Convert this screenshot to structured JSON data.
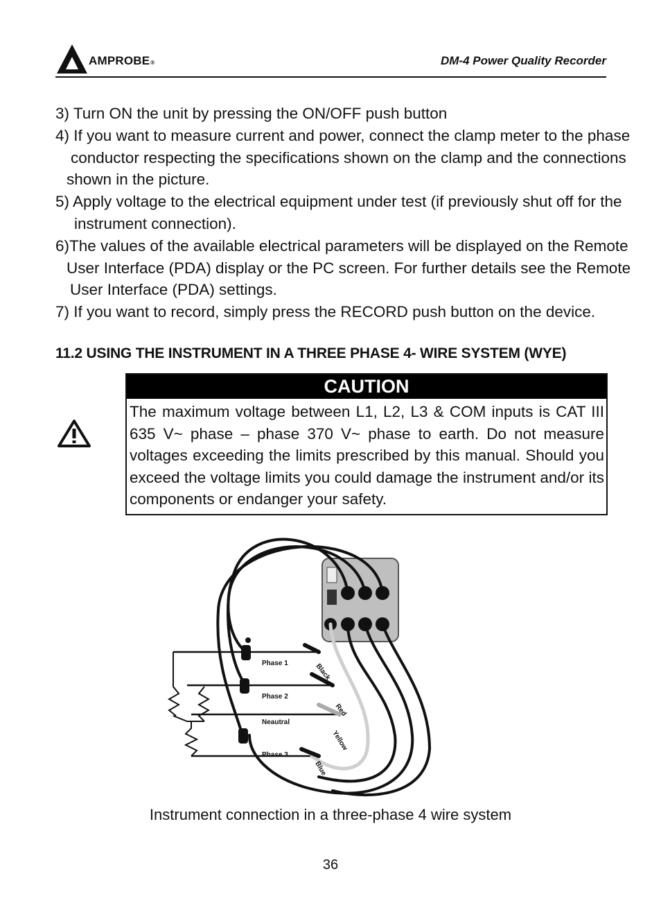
{
  "header": {
    "brand": "AMPROBE",
    "registered": "®",
    "doc_title": "DM-4 Power Quality Recorder"
  },
  "steps": [
    [
      "3) Turn ON the unit by pressing the ON/OFF push button"
    ],
    [
      "4) If you want to measure current and power, connect the clamp meter to the phase",
      "conductor respecting the specifications shown on the clamp and the connections",
      "shown in the picture."
    ],
    [
      "5) Apply voltage to the electrical equipment under test (if previously shut off for the",
      "instrument connection)."
    ],
    [
      "6)The values of the available electrical parameters will be displayed on the Remote",
      "User Interface (PDA) display or the PC screen. For further details see the Remote",
      "User Interface (PDA) settings."
    ],
    [
      "7) If you want to record, simply press the RECORD push button on the device."
    ]
  ],
  "section_heading": "11.2 USING THE INSTRUMENT IN A THREE PHASE 4- WIRE SYSTEM (WYE)",
  "caution": {
    "title": "CAUTION",
    "text": "The maximum voltage between L1, L2, L3 & COM inputs is CAT III 635 V~ phase – phase 370 V~ phase to earth. Do not measure voltages exceeding the limits prescribed by this manual. Should you exceed the voltage limits you could damage the instrument and/or its components or endanger your safety."
  },
  "diagram": {
    "line_labels": [
      "Phase 1",
      "Phase 2",
      "Neautral",
      "Phase 3"
    ],
    "lead_labels": [
      "Black",
      "Red",
      "Yellow",
      "Blue"
    ]
  },
  "caption": "Instrument connection in a three-phase 4 wire system",
  "page_number": "36"
}
